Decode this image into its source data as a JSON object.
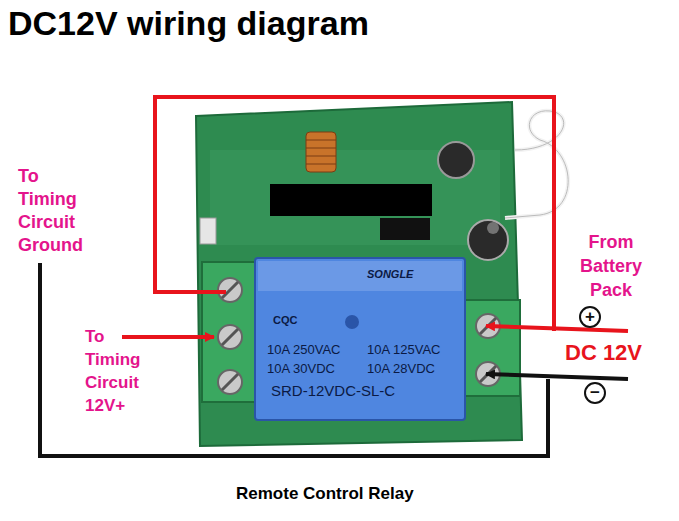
{
  "diagram": {
    "title": "DC12V wiring diagram",
    "caption": "Remote Control Relay",
    "nodes": [
      {
        "text": [
          "SONGLE",
          "CQC",
          "10A 250VAC",
          "10A 125VAC",
          "10A 30VDC",
          "10A 28VDC",
          "SRD-12VDC-SL-C"
        ]
      }
    ],
    "labels": [
      "To Timing Circuit Ground",
      "To Timing Circuit 12V+",
      "From Battery Pack",
      "+",
      "−",
      "DC 12V"
    ]
  }
}
